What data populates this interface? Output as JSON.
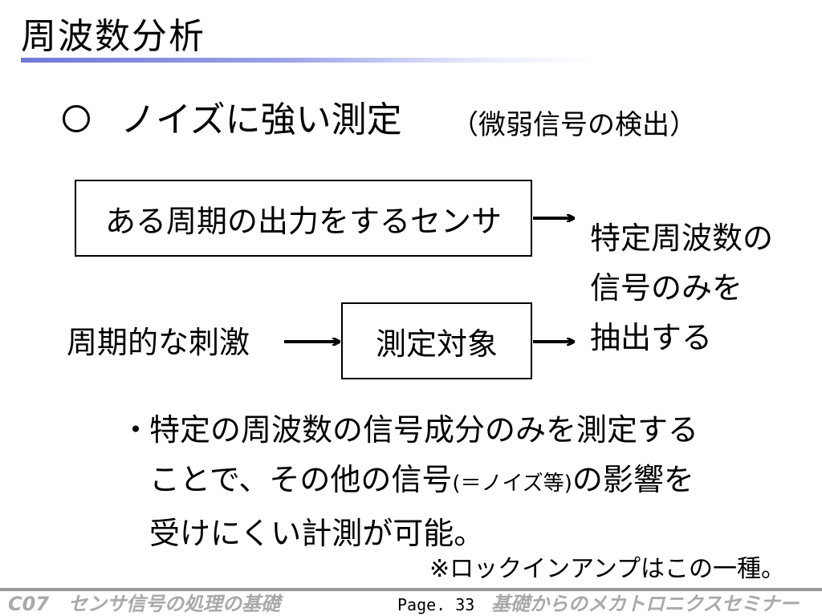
{
  "slide": {
    "title": "周波数分析",
    "heading": "ノイズに強い測定",
    "heading_sub": "（微弱信号の検出）"
  },
  "diagram": {
    "sensor_box": "ある周期の出力をするセンサ",
    "stimulus": "周期的な刺激",
    "target_box": "測定対象",
    "result_lines": [
      "特定周波数の",
      "信号のみを",
      "抽出する"
    ]
  },
  "bullet": {
    "mark": "・",
    "line1": "特定の周波数の信号成分のみを測定する",
    "line2_a": "ことで、その他の信号",
    "line2_paren": "(＝ノイズ等)",
    "line2_b": "の影響を",
    "line3": "受けにくい計測が可能。"
  },
  "note": "※ロックインアンプはこの一種。",
  "footer": {
    "left": "C07　センサ信号の処理の基礎",
    "page": "Page. 33",
    "right": "基礎からのメカトロニクスセミナー"
  },
  "colors": {
    "title_underline": "#6f78d8",
    "footer_text": "#a9a9a9",
    "footer_line": "#999999"
  }
}
